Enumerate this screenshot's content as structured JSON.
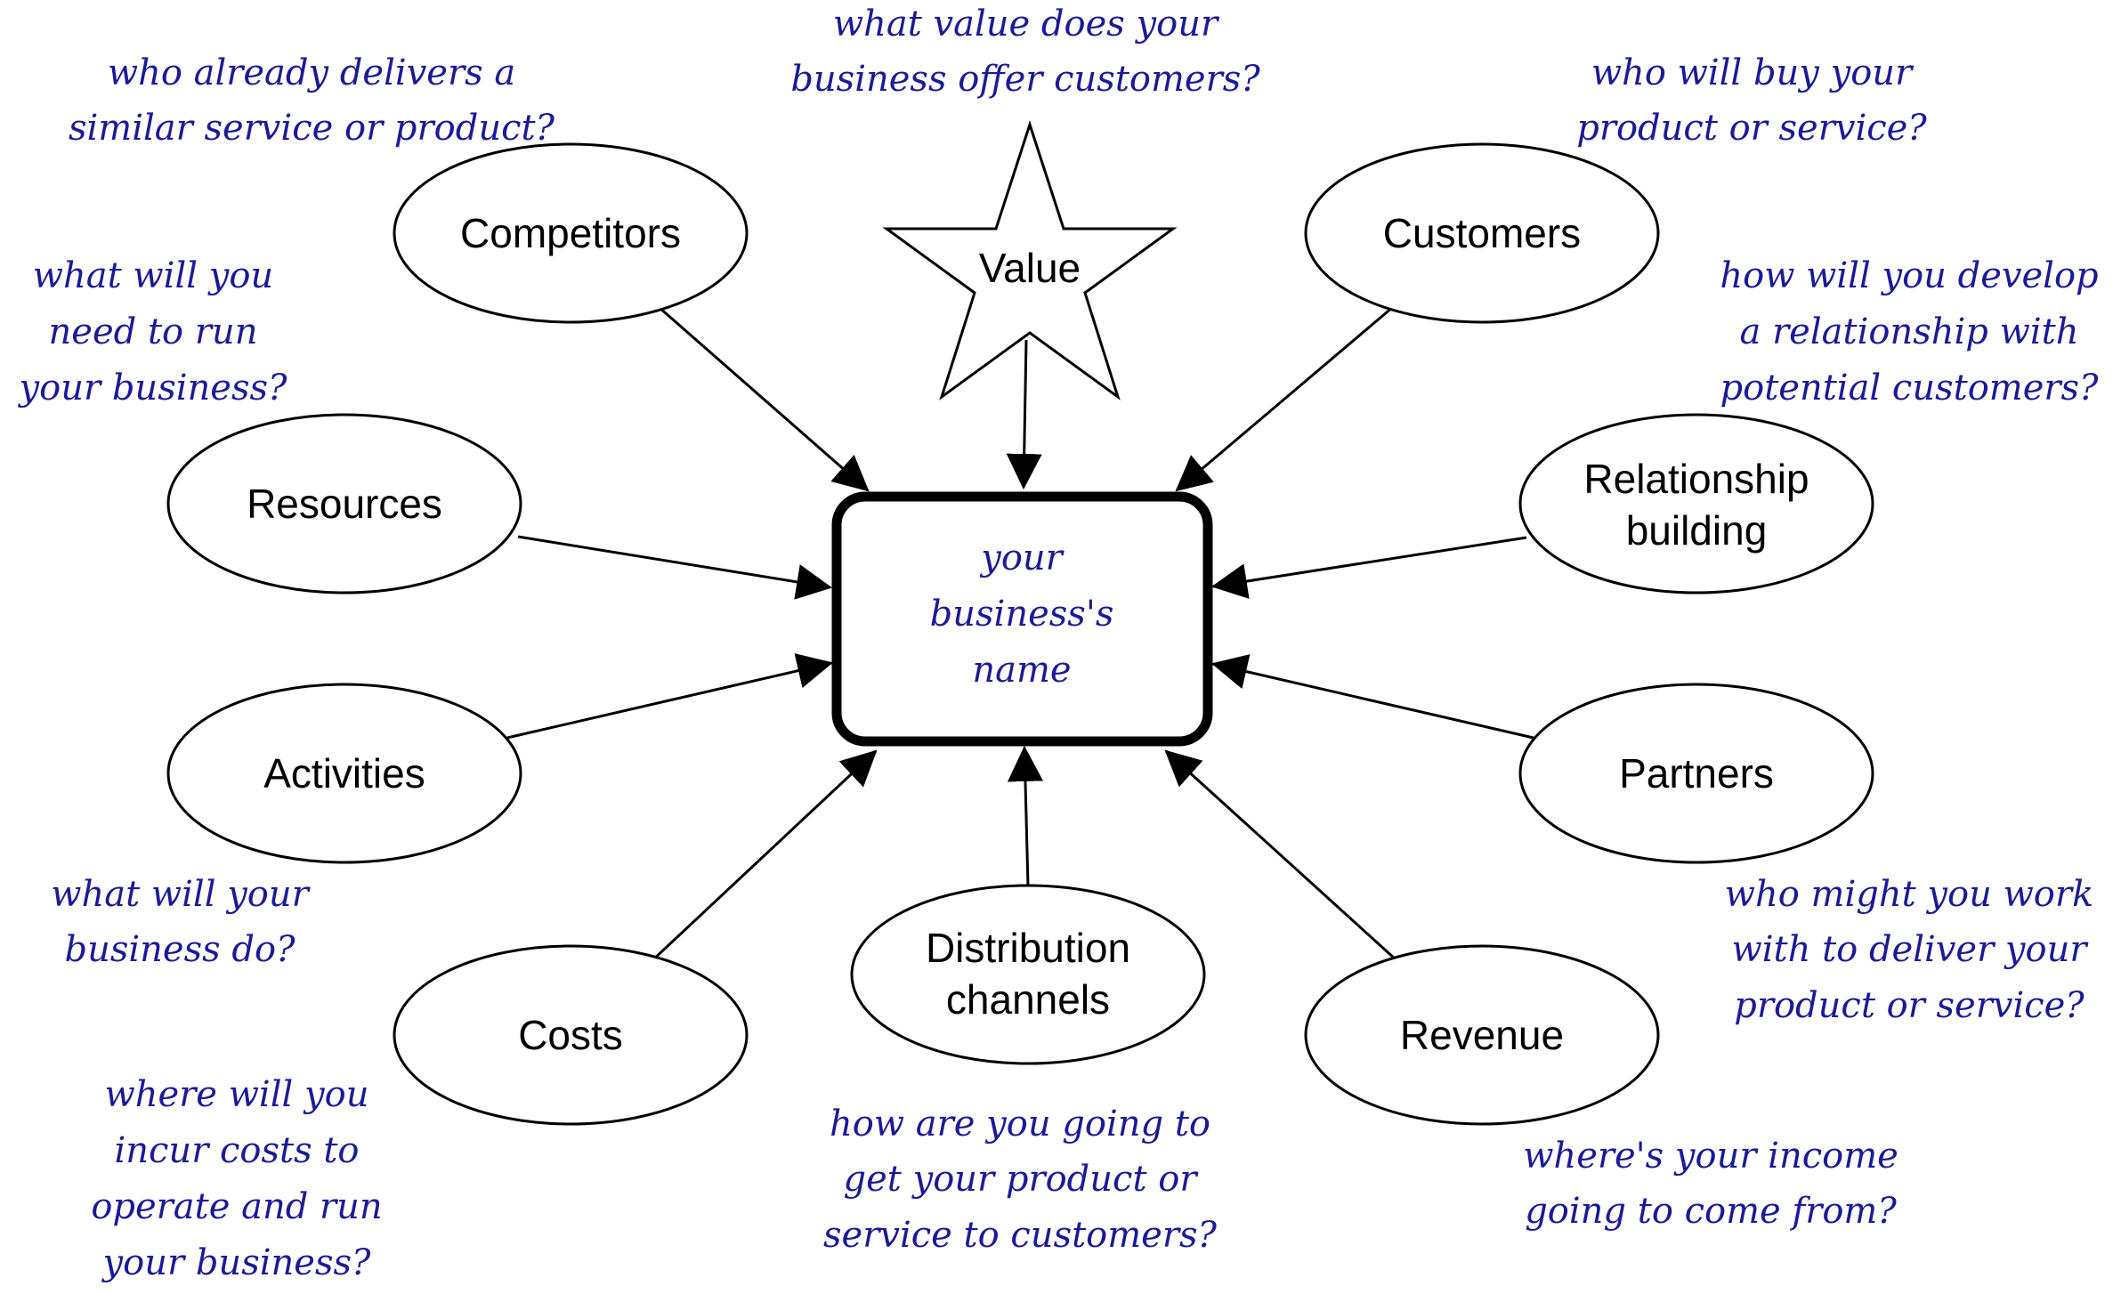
{
  "colors": {
    "question_text": "#1a1a99",
    "shape_stroke": "#000000",
    "shape_fill": "#ffffff"
  },
  "center": {
    "lines": [
      "your",
      "business's",
      "name"
    ]
  },
  "nodes": [
    {
      "id": "competitors",
      "shape": "ellipse",
      "lines": [
        "Competitors"
      ]
    },
    {
      "id": "value",
      "shape": "star",
      "lines": [
        "Value"
      ]
    },
    {
      "id": "customers",
      "shape": "ellipse",
      "lines": [
        "Customers"
      ]
    },
    {
      "id": "resources",
      "shape": "ellipse",
      "lines": [
        "Resources"
      ]
    },
    {
      "id": "relationship",
      "shape": "ellipse",
      "lines": [
        "Relationship",
        "building"
      ]
    },
    {
      "id": "activities",
      "shape": "ellipse",
      "lines": [
        "Activities"
      ]
    },
    {
      "id": "partners",
      "shape": "ellipse",
      "lines": [
        "Partners"
      ]
    },
    {
      "id": "costs",
      "shape": "ellipse",
      "lines": [
        "Costs"
      ]
    },
    {
      "id": "distribution",
      "shape": "ellipse",
      "lines": [
        "Distribution",
        "channels"
      ]
    },
    {
      "id": "revenue",
      "shape": "ellipse",
      "lines": [
        "Revenue"
      ]
    }
  ],
  "questions": [
    {
      "id": "value",
      "lines": [
        "what value does your",
        "business offer customers?"
      ]
    },
    {
      "id": "competitors",
      "lines": [
        "who already delivers a",
        "similar service or product?"
      ]
    },
    {
      "id": "customers",
      "lines": [
        "who will buy your",
        "product or service?"
      ]
    },
    {
      "id": "resources",
      "lines": [
        "what will you",
        "need to run",
        "your business?"
      ]
    },
    {
      "id": "relationship",
      "lines": [
        "how will you develop",
        "a relationship with",
        "potential customers?"
      ]
    },
    {
      "id": "activities",
      "lines": [
        "what will your",
        "business do?"
      ]
    },
    {
      "id": "partners",
      "lines": [
        "who might you work",
        "with to deliver your",
        "product or service?"
      ]
    },
    {
      "id": "costs",
      "lines": [
        "where will you",
        "incur costs to",
        "operate and run",
        "your business?"
      ]
    },
    {
      "id": "distribution",
      "lines": [
        "how are you going to",
        "get your product or",
        "service to customers?"
      ]
    },
    {
      "id": "revenue",
      "lines": [
        "where's your income",
        "going to come from?"
      ]
    }
  ],
  "edges": [
    {
      "from": "competitors",
      "to": "center"
    },
    {
      "from": "value",
      "to": "center"
    },
    {
      "from": "customers",
      "to": "center"
    },
    {
      "from": "resources",
      "to": "center"
    },
    {
      "from": "relationship",
      "to": "center"
    },
    {
      "from": "activities",
      "to": "center"
    },
    {
      "from": "partners",
      "to": "center"
    },
    {
      "from": "costs",
      "to": "center"
    },
    {
      "from": "distribution",
      "to": "center"
    },
    {
      "from": "revenue",
      "to": "center"
    }
  ]
}
